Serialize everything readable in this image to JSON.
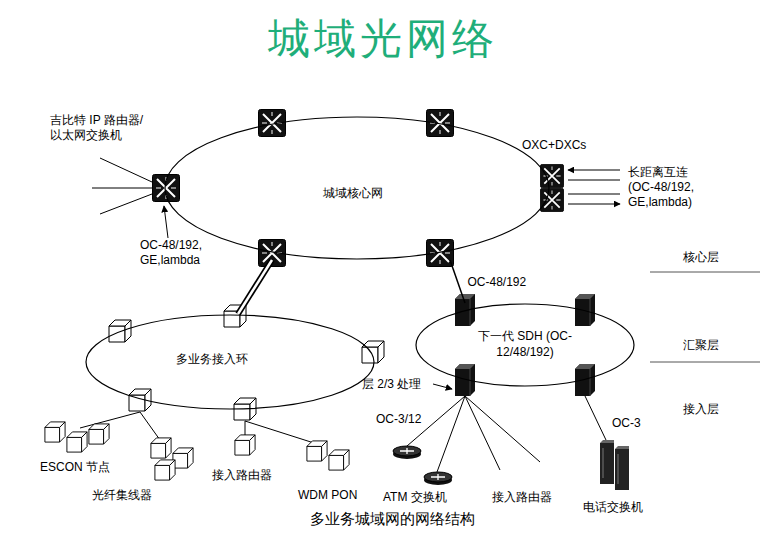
{
  "diagram": {
    "title": "城域光网络",
    "caption": "多业务城域网的网络结构",
    "nodes": [
      {
        "text": [
          "城域核心网"
        ]
      },
      {
        "text": [
          "多业务接入环"
        ]
      },
      {
        "text": [
          "下一代 SDH (OC-12/48/192)"
        ]
      }
    ],
    "edges": [
      {
        "from": 0,
        "to": 1,
        "arrow": "none"
      },
      {
        "from": 0,
        "to": 2,
        "label": "OC-48/192",
        "arrow": "none"
      }
    ],
    "labels": [
      "吉比特 IP 路由器/以太网交换机",
      "OC-48/192, GE,lambda",
      "OXC+DXCs",
      "长距离互连 (OC-48/192, GE,lambda)",
      "核心层",
      "汇聚层",
      "接入层",
      "层 2/3 处理",
      "OC-3/12",
      "OC-3",
      "ESCON 节点",
      "光纤集线器",
      "接入路由器",
      "WDM PON",
      "ATM 交换机",
      "接入路由器",
      "电话交换机"
    ]
  }
}
